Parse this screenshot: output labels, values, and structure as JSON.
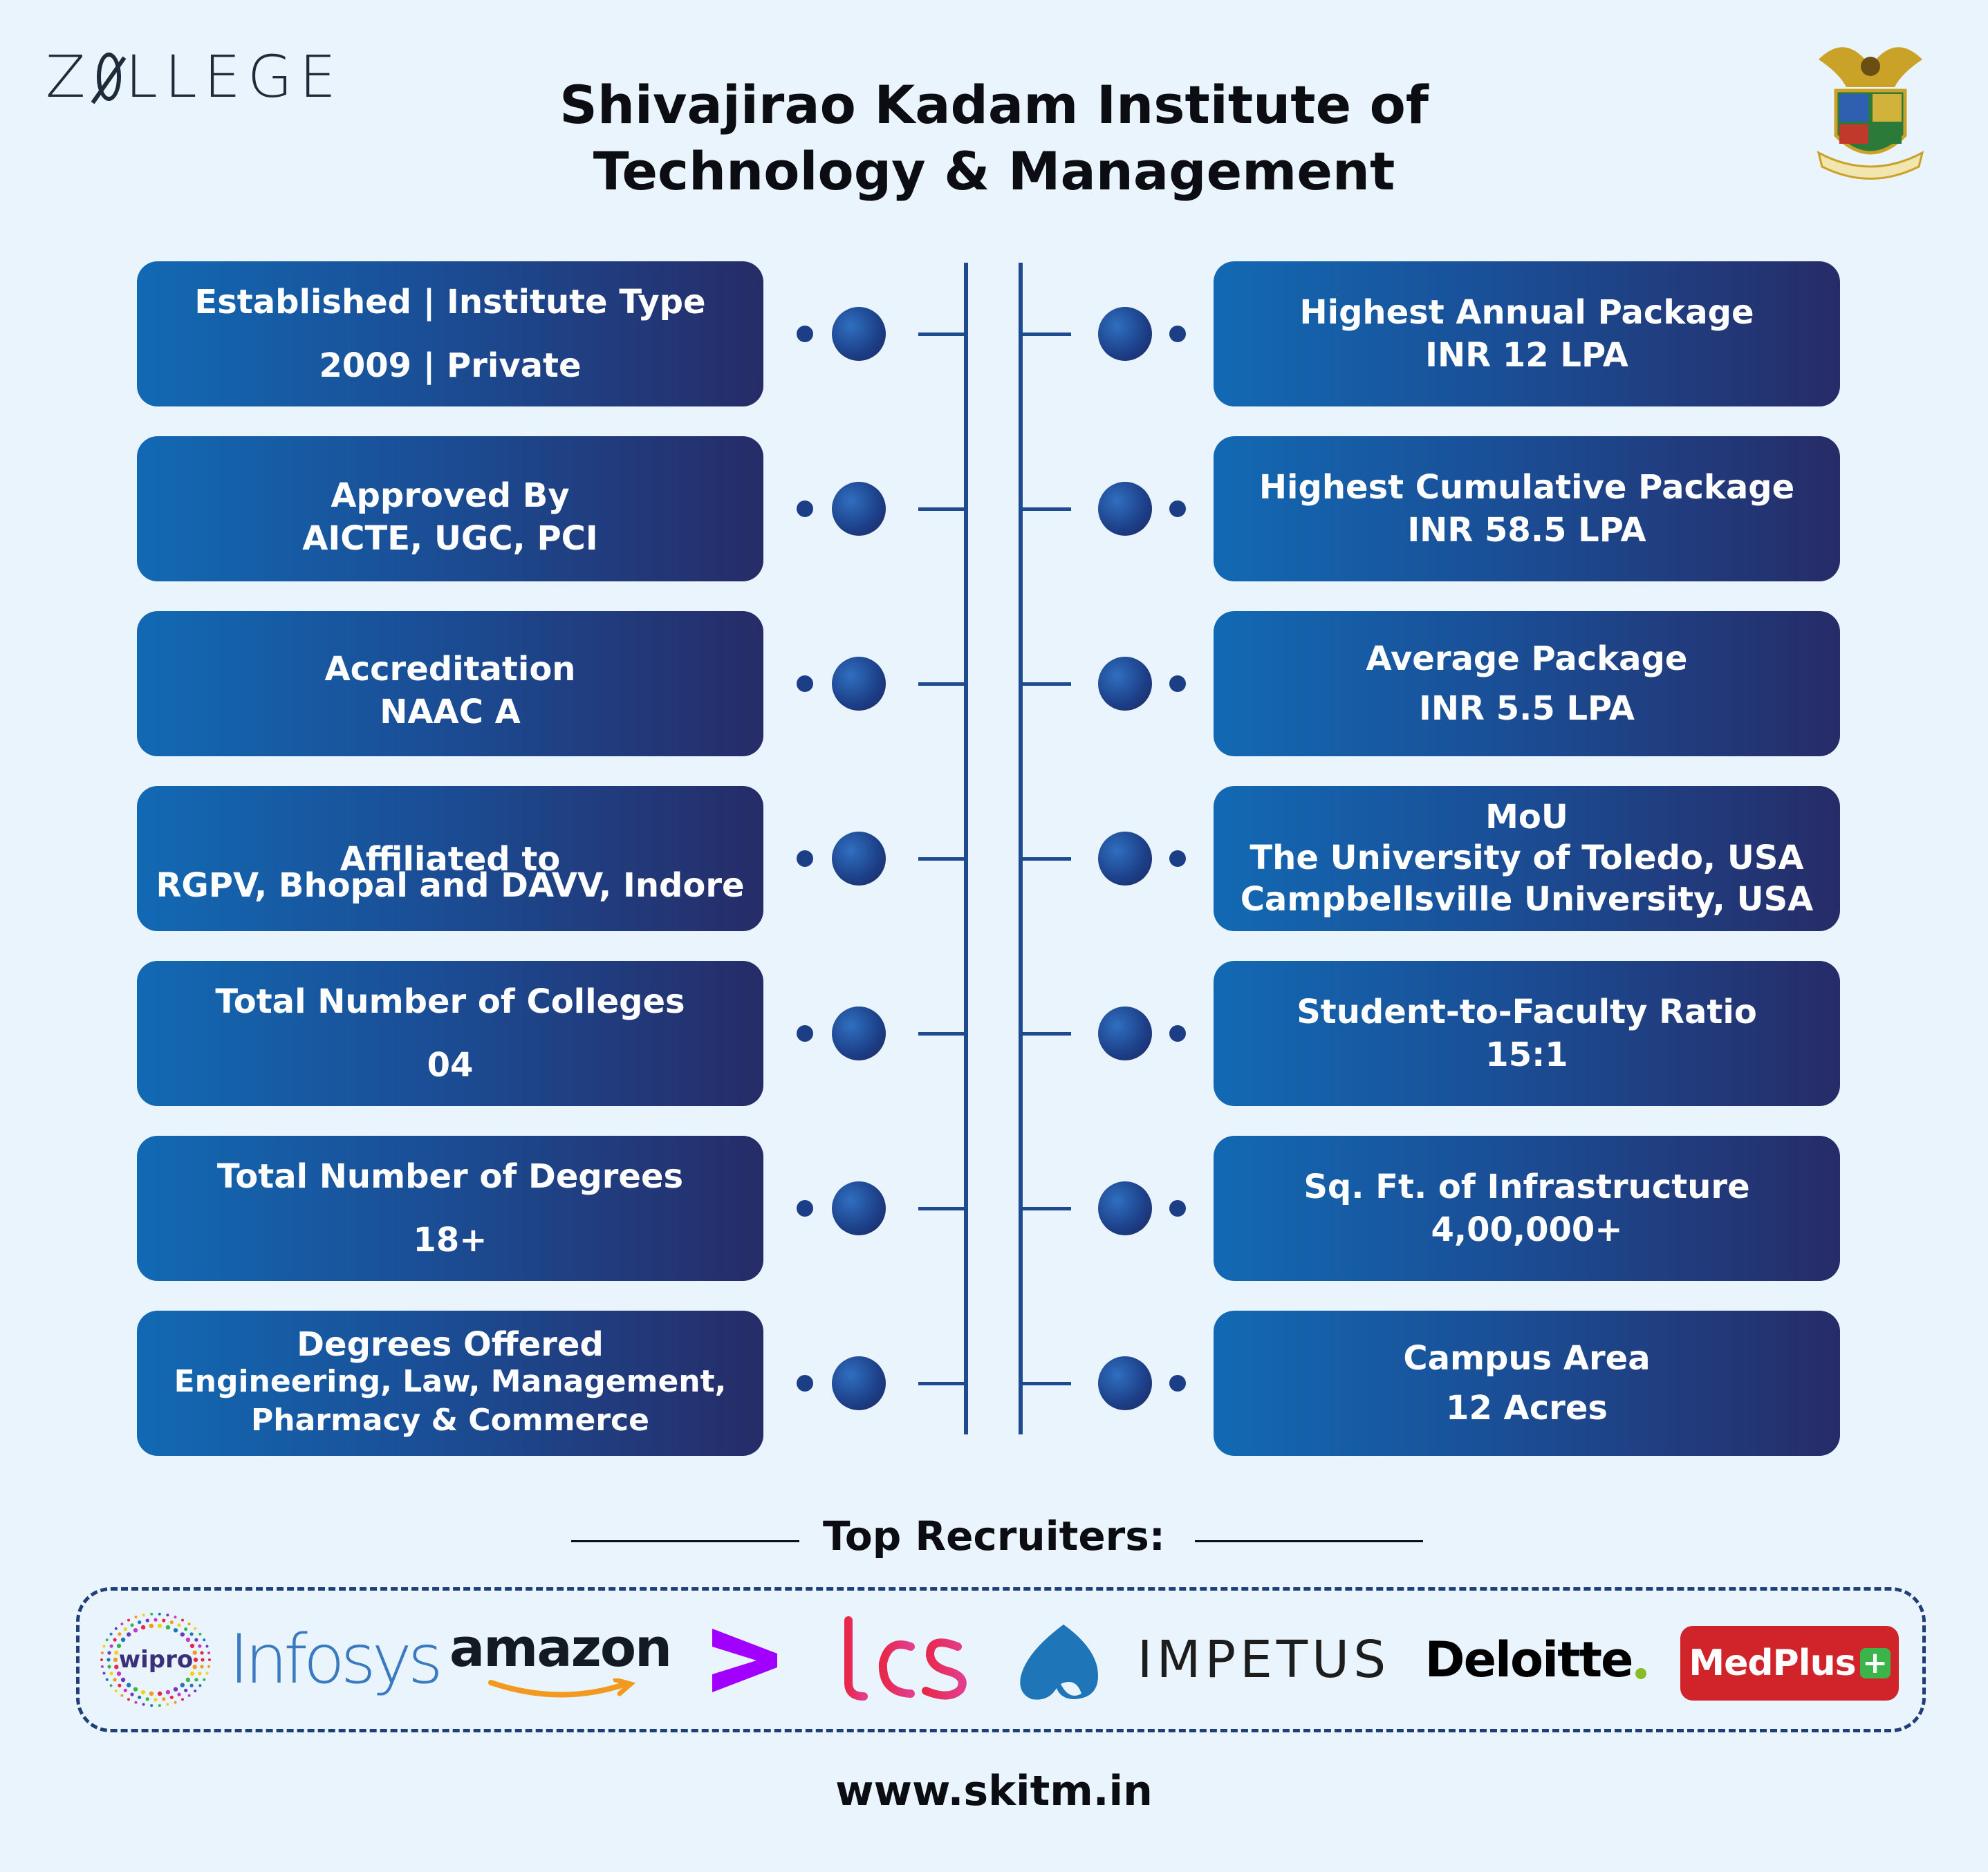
{
  "header": {
    "brand": "ZOLLEGE",
    "title_line1": "Shivajirao Kadam Institute of",
    "title_line2": "Technology & Management"
  },
  "left_cards": [
    {
      "label": "Established | Institute Type",
      "value": "2009 | Private"
    },
    {
      "label": "Approved By",
      "value": "AICTE, UGC, PCI"
    },
    {
      "label": "Accreditation",
      "value": "NAAC A"
    },
    {
      "label": "Affiliated to",
      "value": "RGPV, Bhopal and DAVV, Indore"
    },
    {
      "label": "Total Number of Colleges",
      "value": "04"
    },
    {
      "label": "Total Number of Degrees",
      "value": "18+"
    },
    {
      "label": "Degrees Offered",
      "value_line1": "Engineering, Law, Management,",
      "value_line2": "Pharmacy & Commerce"
    }
  ],
  "right_cards": [
    {
      "label": "Highest Annual Package",
      "value": "INR 12 LPA"
    },
    {
      "label": "Highest Cumulative Package",
      "value": "INR 58.5 LPA"
    },
    {
      "label": "Average Package",
      "value": "INR 5.5 LPA"
    },
    {
      "label": "MoU",
      "value_line1": "The University of Toledo, USA",
      "value_line2": "Campbellsville University, USA"
    },
    {
      "label": "Student-to-Faculty Ratio",
      "value": "15:1"
    },
    {
      "label": "Sq. Ft. of Infrastructure",
      "value": "4,00,000+"
    },
    {
      "label": "Campus Area",
      "value": "12 Acres"
    }
  ],
  "recruiters": {
    "title": "Top Recruiters:",
    "logos": [
      "wipro",
      "Infosys",
      "amazon",
      "accenture",
      "tcs",
      "capgemini",
      "IMPETUS",
      "Deloitte",
      "MedPlus"
    ]
  },
  "footer": {
    "url": "www.skitm.in"
  },
  "colors": {
    "background": "#eaf4fc",
    "card_start": "#1269b3",
    "card_end": "#262c68",
    "accent": "#1e4b90"
  }
}
